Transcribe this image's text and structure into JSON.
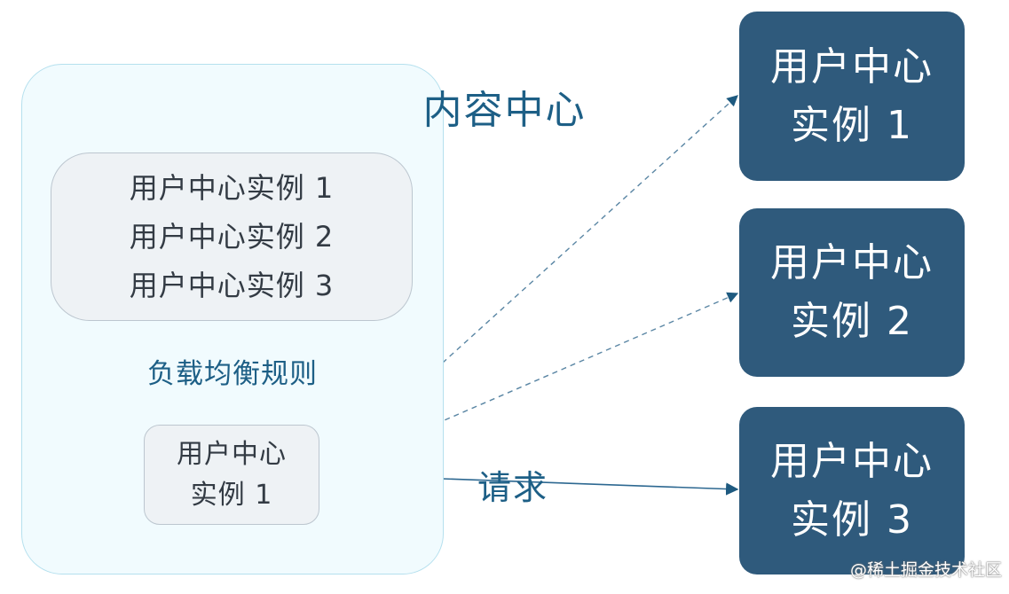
{
  "content_center": {
    "title": "内容中心",
    "instance_list": [
      "用户中心实例 1",
      "用户中心实例 2",
      "用户中心实例 3"
    ],
    "rule_label": "负载均衡规则",
    "selected_instance": {
      "line1": "用户中心",
      "line2": "实例 1"
    }
  },
  "request_label": "请求",
  "instances": [
    {
      "line1": "用户中心",
      "line2": "实例 1"
    },
    {
      "line1": "用户中心",
      "line2": "实例 2"
    },
    {
      "line1": "用户中心",
      "line2": "实例 3"
    }
  ],
  "watermark": "@稀土掘金技术社区",
  "colors": {
    "accent": "#1d5f86",
    "instance_fill": "#2f5a7c",
    "container_fill": "#f1fbfe",
    "box_fill": "#eef2f5",
    "line": "#3b6f92"
  }
}
